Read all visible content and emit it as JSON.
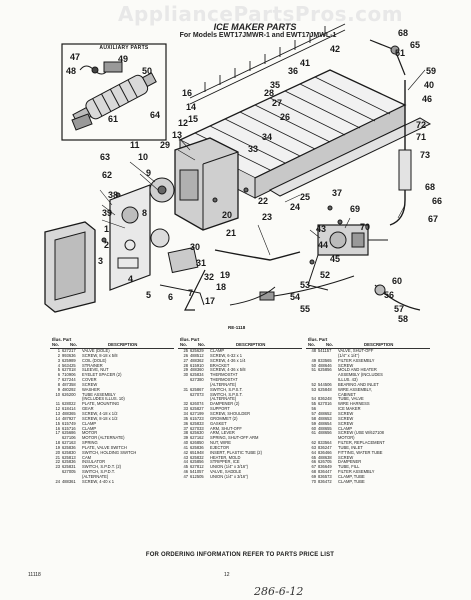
{
  "watermark": "AppliancePartsPros.com",
  "header": {
    "title": "ICE MAKER PARTS",
    "subtitle": "For Models EWT17JMWR-1 and EWT17JMWL-1"
  },
  "auxiliary_label": "AUXILIARY PARTS",
  "diagram": {
    "reference": "RE-1118",
    "callouts": [
      "68",
      "47",
      "48",
      "49",
      "50",
      "59",
      "40",
      "46",
      "51",
      "62",
      "63",
      "64",
      "65",
      "66",
      "67",
      "68",
      "69",
      "70",
      "37",
      "38",
      "39",
      "1",
      "2",
      "3",
      "4",
      "5",
      "6",
      "7",
      "8",
      "9",
      "10",
      "11",
      "12",
      "13",
      "14",
      "15",
      "16",
      "17",
      "18",
      "19",
      "20",
      "21",
      "22",
      "23",
      "24",
      "25",
      "26",
      "27",
      "28",
      "29",
      "30",
      "31",
      "32",
      "33",
      "34",
      "35",
      "36",
      "41",
      "42",
      "43",
      "44",
      "45",
      "52",
      "53",
      "54",
      "55",
      "56",
      "57",
      "58",
      "60",
      "61",
      "71",
      "72",
      "73"
    ]
  },
  "table": {
    "header_line1": "Illus. Part",
    "header_no": "No.",
    "header_part": "No.",
    "header_desc": "DESCRIPTION",
    "columns": [
      [
        [
          "1",
          "627217",
          "VALVE (DOLE)"
        ],
        [
          "2",
          "993636",
          "SCREW, 8-18 x 5/8"
        ],
        [
          "3",
          "625989",
          "COIL (DOLE)"
        ],
        [
          "4",
          "563425",
          "STRAINER"
        ],
        [
          "5",
          "627018",
          "SLEEVE, NUT"
        ],
        [
          "6",
          "710906",
          "EYELET SPACER (2)"
        ],
        [
          "7",
          "627244",
          "COVER"
        ],
        [
          "8",
          "487358",
          "SCREW"
        ],
        [
          "9",
          "480292",
          "WASHER"
        ],
        [
          "10",
          "626200",
          "TUBE ASSEMBLY"
        ],
        [
          "",
          "",
          "(INCLUDES ILLUS. 10)"
        ],
        [
          "11",
          "628022",
          "PLATE, MOUNTING"
        ],
        [
          "12",
          "618414",
          "GEAR"
        ],
        [
          "13",
          "488365",
          "SCREW, 4-18 x 1/2"
        ],
        [
          "14",
          "487927",
          "SCREW, 8-18 x 1/2"
        ],
        [
          "15",
          "615749",
          "CLAMP"
        ],
        [
          "16",
          "615716",
          "CLAMP"
        ],
        [
          "17",
          "625686",
          "MOTOR"
        ],
        [
          "",
          "627106",
          "MOTOR (ALTERNATE)"
        ],
        [
          "18",
          "627163",
          "SPRING"
        ],
        [
          "19",
          "625836",
          "PLATE, VALVE SWITCH"
        ],
        [
          "20",
          "625830",
          "SWITCH, HOLDING SWITCH"
        ],
        [
          "21",
          "625813",
          "CAM"
        ],
        [
          "22",
          "625836",
          "INSULATOR"
        ],
        [
          "23",
          "625831",
          "SWITCH, S.P.D.T. (2)"
        ],
        [
          "",
          "627005",
          "SWITCH, S.P.D.T."
        ],
        [
          "",
          "",
          "(ALTERNATE)"
        ],
        [
          "24",
          "488361",
          "SCREW, 4-40 x 1"
        ]
      ],
      [
        [
          "25",
          "625629",
          "CLAMP"
        ],
        [
          "26",
          "488512",
          "SCREW, 6-32 x 1"
        ],
        [
          "27",
          "488362",
          "SCREW, 4-36 x 1/4"
        ],
        [
          "28",
          "615910",
          "BRACKET"
        ],
        [
          "29",
          "488360",
          "SCREW, 4-36 x 5/8"
        ],
        [
          "30",
          "625834",
          "THERMOSTAT"
        ],
        [
          "",
          "627380",
          "THERMOSTAT"
        ],
        [
          "",
          "",
          "(ALTERNATE)"
        ],
        [
          "31",
          "625867",
          "SWITCH, S.P.S.T."
        ],
        [
          "",
          "627073",
          "SWITCH, S.P.S.T."
        ],
        [
          "",
          "",
          "(ALTERNATE)"
        ],
        [
          "32",
          "626074",
          "DAMPENER (2)"
        ],
        [
          "33",
          "625827",
          "SUPPORT"
        ],
        [
          "34",
          "627199",
          "SCREW, SHOULDER"
        ],
        [
          "35",
          "615723",
          "GROMMET (2)"
        ],
        [
          "36",
          "625833",
          "GASKET"
        ],
        [
          "37",
          "627033",
          "ARM, SHUT-OFF"
        ],
        [
          "38",
          "625630",
          "ARM, LEVER"
        ],
        [
          "39",
          "627162",
          "SPRING, SHUT-OFF ARM"
        ],
        [
          "40",
          "626850",
          "NUT, WIRE"
        ],
        [
          "41",
          "625836",
          "EJECTOR"
        ],
        [
          "42",
          "651948",
          "INSERT, PLASTIC TUBE (2)"
        ],
        [
          "43",
          "625832",
          "HEATER, MOLD"
        ],
        [
          "44",
          "625856",
          "STRIPPER, ICE"
        ],
        [
          "45",
          "627812",
          "UNION (1/4\" x 3/16\")"
        ],
        [
          "46",
          "541057",
          "VALVE, SADDLE"
        ],
        [
          "47",
          "612505",
          "UNION (1/4\" x 3/16\")"
        ]
      ],
      [
        [
          "48",
          "541157",
          "VALVE, SHUT-OFF"
        ],
        [
          "",
          "",
          "(1/4\" x 1/4\")"
        ],
        [
          "49",
          "833565",
          "FILTER ASSEMBLY"
        ],
        [
          "50",
          "488646",
          "SCREW"
        ],
        [
          "51",
          "625856",
          "MOLD AND HEATER"
        ],
        [
          "",
          "",
          "ASSEMBLY (INCLUDES"
        ],
        [
          "",
          "",
          "ILLUS. 43)"
        ],
        [
          "52",
          "544506",
          "BEARING AND INLET"
        ],
        [
          "53",
          "625848",
          "WIRE ASSEMBLY,"
        ],
        [
          "",
          "",
          "CABINET"
        ],
        [
          "54",
          "836248",
          "TUBE, VALVE"
        ],
        [
          "55",
          "627016",
          "WIRE HARNESS"
        ],
        [
          "56",
          "",
          "ICE MAKER"
        ],
        [
          "57",
          "488652",
          "SCREW"
        ],
        [
          "58",
          "488653",
          "SCREW"
        ],
        [
          "59",
          "488654",
          "SCREW"
        ],
        [
          "60",
          "488655",
          "CLAMP"
        ],
        [
          "61",
          "488656",
          "SCREW (USE W/627108"
        ],
        [
          "",
          "",
          "MOTOR)"
        ],
        [
          "62",
          "833564",
          "FILTER, REPLACEMENT"
        ],
        [
          "63",
          "836247",
          "TUBE, INLET"
        ],
        [
          "64",
          "836466",
          "FITTING, WATER TUBE"
        ],
        [
          "65",
          "488638",
          "SCREW"
        ],
        [
          "66",
          "626705",
          "DAMPENER"
        ],
        [
          "67",
          "836649",
          "TUBE, FILL"
        ],
        [
          "68",
          "836447",
          "FILTER ASSEMBLY"
        ],
        [
          "69",
          "836573",
          "CLAMP, TUBE"
        ],
        [
          "70",
          "836472",
          "CLAMP, TUBE"
        ]
      ]
    ]
  },
  "footer": {
    "note": "FOR ORDERING INFORMATION REFER TO PARTS PRICE LIST",
    "code": "11118",
    "page": "12",
    "handwritten": "286-6-12"
  }
}
